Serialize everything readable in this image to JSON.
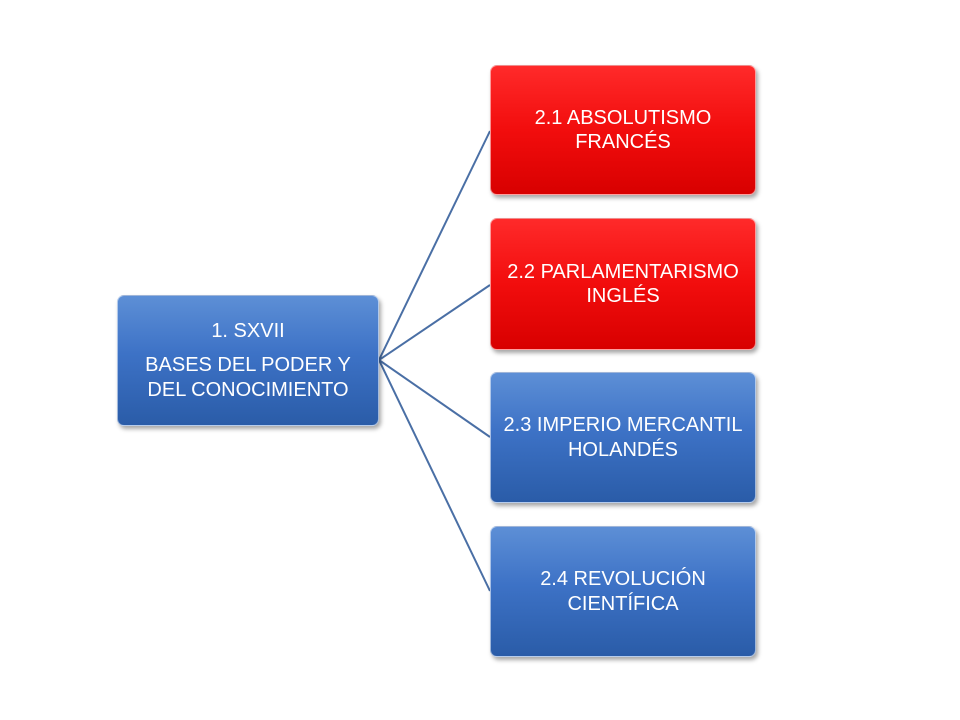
{
  "diagram": {
    "root": {
      "line1": "1. SXVII",
      "line2": "BASES DEL PODER Y DEL CONOCIMIENTO",
      "color": "#3d72c6"
    },
    "children": [
      {
        "label": "2.1 ABSOLUTISMO FRANCÉS",
        "color": "#f20d0d"
      },
      {
        "label": "2.2 PARLAMENTARISMO INGLÉS",
        "color": "#f20d0d"
      },
      {
        "label": "2.3 IMPERIO MERCANTIL HOLANDÉS",
        "color": "#3d72c6"
      },
      {
        "label": "2.4 REVOLUCIÓN CIENTÍFICA",
        "color": "#3d72c6"
      }
    ],
    "connector_color": "#4a6fa5"
  }
}
